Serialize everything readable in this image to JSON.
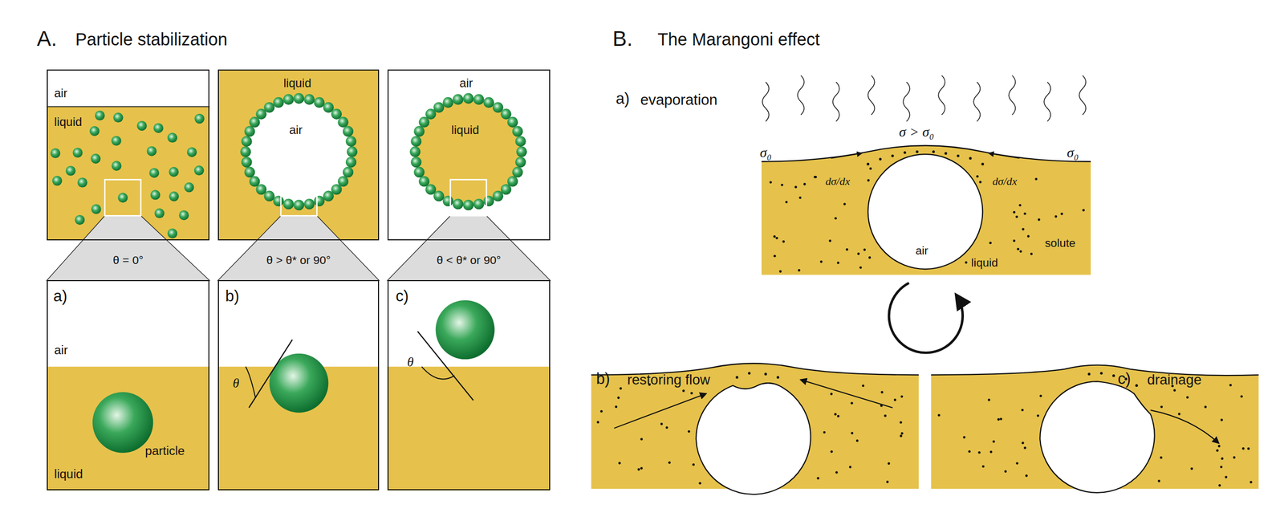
{
  "diagram": {
    "nodes": [
      {
        "text": [
          "air",
          "liquid"
        ]
      },
      {
        "text": [
          "liquid",
          "air"
        ]
      },
      {
        "text": [
          "air",
          "liquid"
        ]
      },
      {
        "text": [
          "θ = 0°"
        ]
      },
      {
        "text": [
          "θ > θ* or 90°"
        ]
      },
      {
        "text": [
          "θ < θ* or 90°"
        ]
      },
      {
        "text": [
          "a)",
          "air",
          "particle",
          "liquid"
        ]
      },
      {
        "text": [
          "b)",
          "θ"
        ]
      },
      {
        "text": [
          "c)",
          "θ"
        ]
      }
    ],
    "labels": [
      "A.",
      "Particle stabilization",
      "B.",
      "The Marangoni effect",
      "a)",
      "evaporation",
      "σ > σ₀",
      "σ₀",
      "σ₀",
      "dσ/dx",
      "dσ/dx",
      "air",
      "liquid",
      "solute",
      "b)",
      "restoring flow",
      "c)",
      "drainage"
    ]
  }
}
